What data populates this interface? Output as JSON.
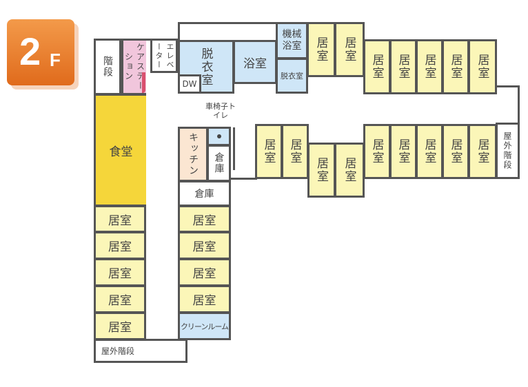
{
  "floor_badge": {
    "number": "2",
    "unit": "F"
  },
  "rooms": {
    "stairs": "階段",
    "care_station": "ケアステーション",
    "elevator": "エレベーター",
    "dining": "食堂",
    "changing_room": "脱衣室",
    "bathroom": "浴室",
    "dw": "DW",
    "machine_bath": "機械浴室",
    "changing_room_small": "脱衣室",
    "wheelchair_toilet": "車椅子トイレ",
    "kitchen": "キッチン",
    "storage_1": "倉庫",
    "storage_2": "倉庫",
    "clean_room": "クリーンルーム",
    "outdoor_stairs_bottom": "屋外階段",
    "outdoor_stairs_right": "屋外階段"
  },
  "living_rooms": [
    "居室",
    "居室",
    "居室",
    "居室",
    "居室",
    "居室",
    "居室",
    "居室",
    "居室",
    "居室",
    "居室",
    "居室",
    "居室",
    "居室",
    "居室",
    "居室",
    "居室",
    "居室",
    "居室",
    "居室",
    "居室",
    "居室",
    "居室",
    "居室",
    "居室"
  ],
  "colors": {
    "living": "#fbf6b8",
    "dining": "#f5d63a",
    "bath": "#cfe6f7",
    "care": "#f1c6dc",
    "kitchen": "#fbe6d2",
    "badge": "#e9792a"
  }
}
